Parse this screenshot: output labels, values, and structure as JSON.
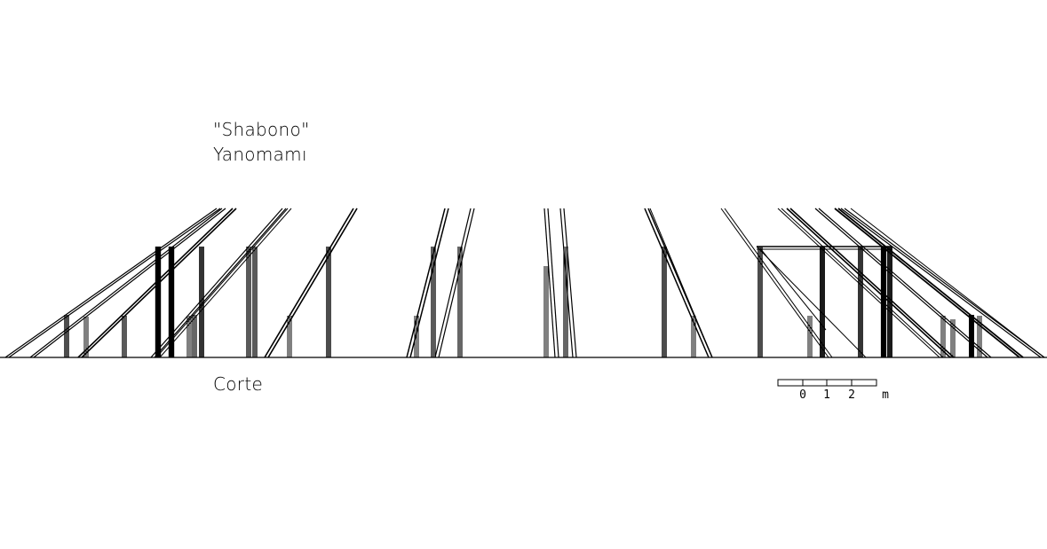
{
  "drawing": {
    "title_line1": "\"Shabono\"",
    "title_line2": "Yanomamı",
    "caption": "Corte"
  },
  "scale_bar": {
    "ticks": [
      "0",
      "1",
      "2"
    ],
    "unit": "m"
  },
  "colors": {
    "ink": "#000000",
    "paper": "#ffffff"
  }
}
